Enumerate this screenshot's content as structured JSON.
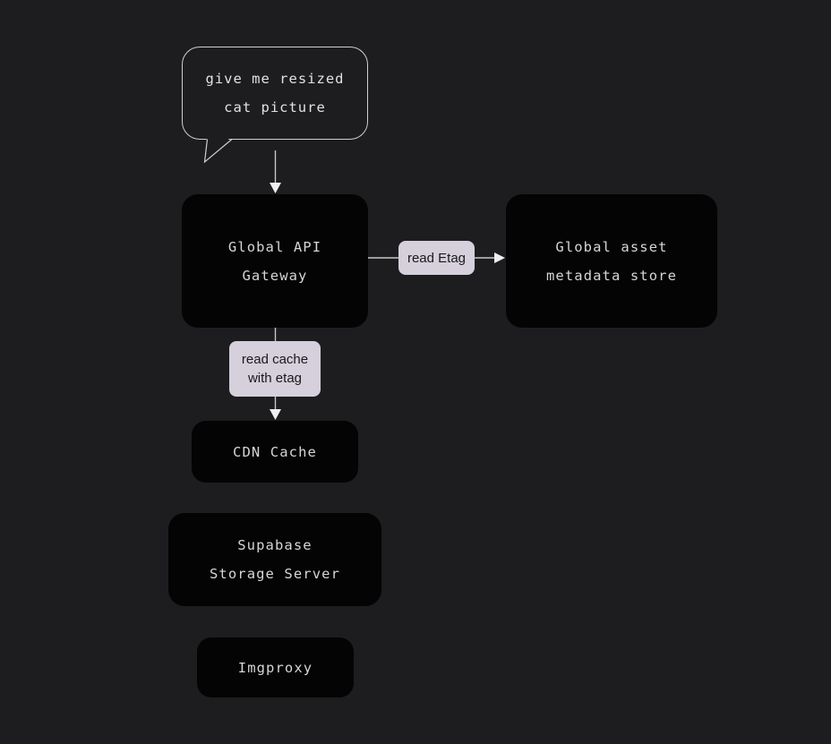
{
  "diagram": {
    "background": "#1d1d1f",
    "node_fill": "#040404",
    "node_text_color": "#d6d6d6",
    "edge_color": "#c6c6c6",
    "arrow_color": "#efefef",
    "label_bg": "#d5d0dc",
    "label_text_color": "#19191c"
  },
  "bubble": {
    "text": "give me resized\ncat picture"
  },
  "nodes": [
    {
      "id": "global-api-gateway",
      "label": "Global API\nGateway"
    },
    {
      "id": "global-asset-metadata-store",
      "label": "Global asset\nmetadata store"
    },
    {
      "id": "cdn-cache",
      "label": "CDN Cache"
    },
    {
      "id": "supabase-storage-server",
      "label": "Supabase\nStorage Server"
    },
    {
      "id": "imgproxy",
      "label": "Imgproxy"
    }
  ],
  "edges": [
    {
      "from": "user-request-bubble",
      "to": "global-api-gateway",
      "label": ""
    },
    {
      "from": "global-api-gateway",
      "to": "global-asset-metadata-store",
      "label": "read Etag"
    },
    {
      "from": "global-api-gateway",
      "to": "cdn-cache",
      "label": "read cache\nwith etag"
    }
  ]
}
